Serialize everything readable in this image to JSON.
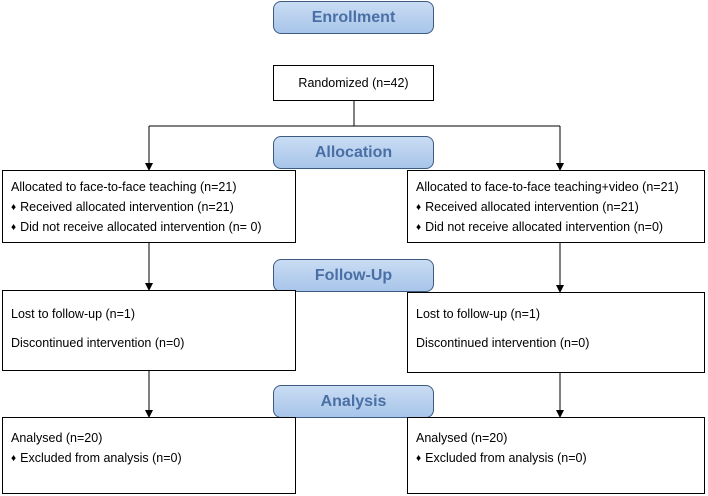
{
  "stages": {
    "enrollment": "Enrollment",
    "allocation": "Allocation",
    "followup": "Follow-Up",
    "analysis": "Analysis"
  },
  "randomized": "Randomized (n=42)",
  "bullet": "♦",
  "left": {
    "allocation": {
      "title": "Allocated to face-to-face teaching (n=21)",
      "received": "Received allocated intervention (n=21)",
      "not_received": "Did not receive allocated intervention (n= 0)"
    },
    "followup": {
      "lost": "Lost to follow-up (n=1)",
      "discontinued": "Discontinued intervention (n=0)"
    },
    "analysis": {
      "analysed": "Analysed (n=20)",
      "excluded": "Excluded from analysis (n=0)"
    }
  },
  "right": {
    "allocation": {
      "title": "Allocated to face-to-face teaching+video (n=21)",
      "received": "Received allocated intervention (n=21)",
      "not_received": "Did not receive allocated intervention (n=0)"
    },
    "followup": {
      "lost": "Lost to follow-up (n=1)",
      "discontinued": "Discontinued intervention (n=0)"
    },
    "analysis": {
      "analysed": "Analysed (n=20)",
      "excluded": "Excluded from analysis (n=0)"
    }
  }
}
